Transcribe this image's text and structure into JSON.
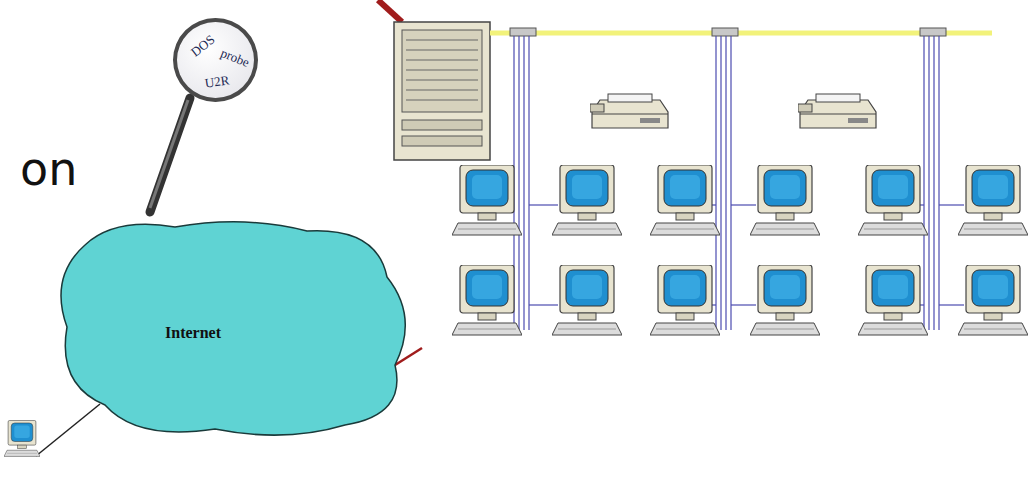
{
  "diagram": {
    "nodes": [
      {
        "text": [
          "DOS",
          "probe",
          "U2R"
        ]
      },
      {
        "text": [
          "Internet"
        ]
      }
    ],
    "labels": [
      "on"
    ]
  }
}
